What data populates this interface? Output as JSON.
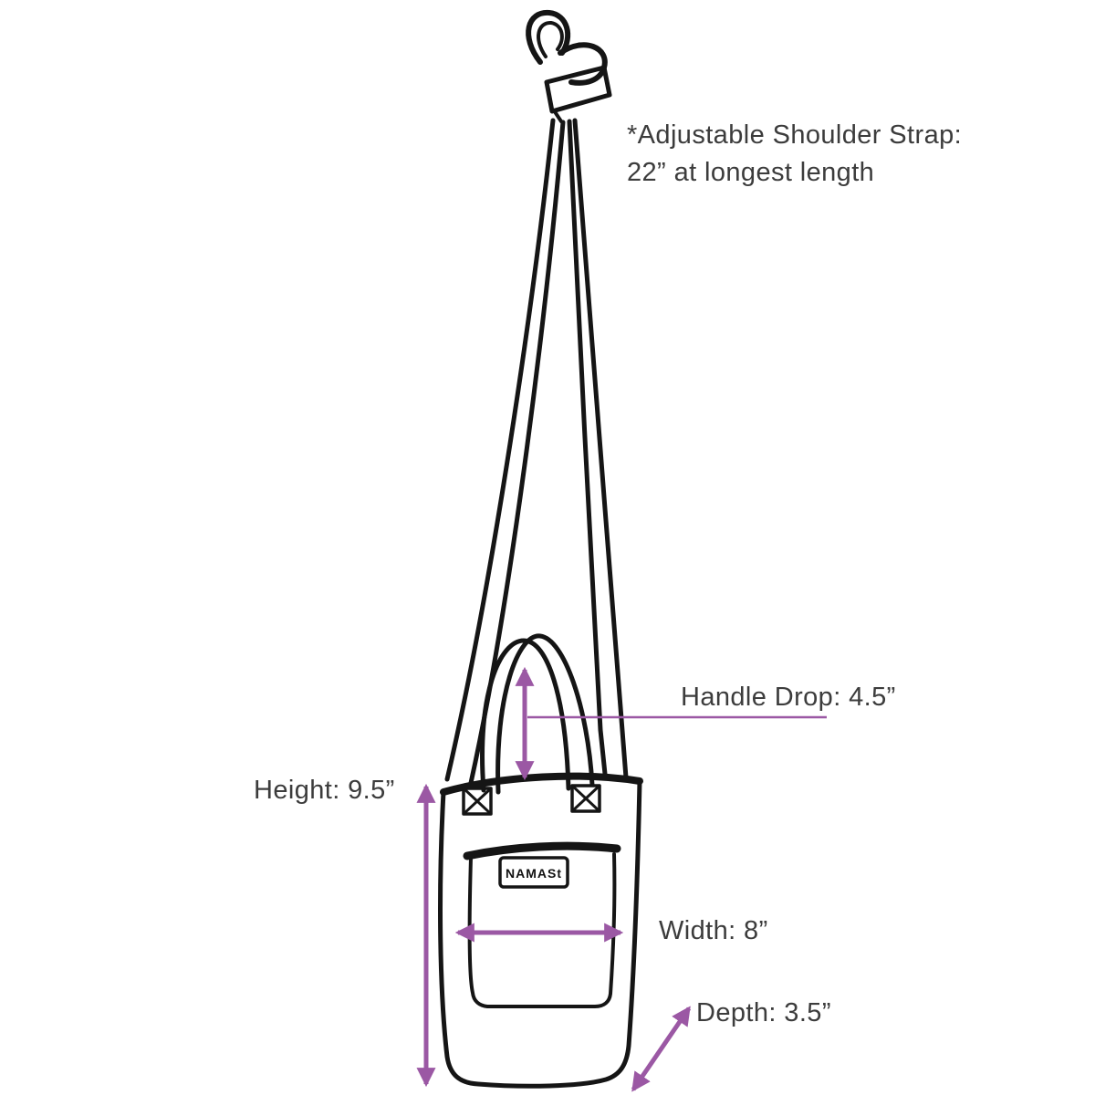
{
  "colors": {
    "arrow_purple": "#9b58a4",
    "ink": "#151515",
    "text": "#3c3c3c",
    "background": "#ffffff"
  },
  "annotations": {
    "shoulder_strap_line1": "*Adjustable Shoulder Strap:",
    "shoulder_strap_line2": "22” at longest length",
    "handle_drop": "Handle Drop: 4.5”",
    "height": "Height: 9.5”",
    "width": "Width: 8”",
    "depth": "Depth: 3.5”"
  },
  "bag_label": "NAMASt",
  "measurements": {
    "shoulder_strap_length_in": 22,
    "handle_drop_in": 4.5,
    "height_in": 9.5,
    "width_in": 8,
    "depth_in": 3.5
  }
}
